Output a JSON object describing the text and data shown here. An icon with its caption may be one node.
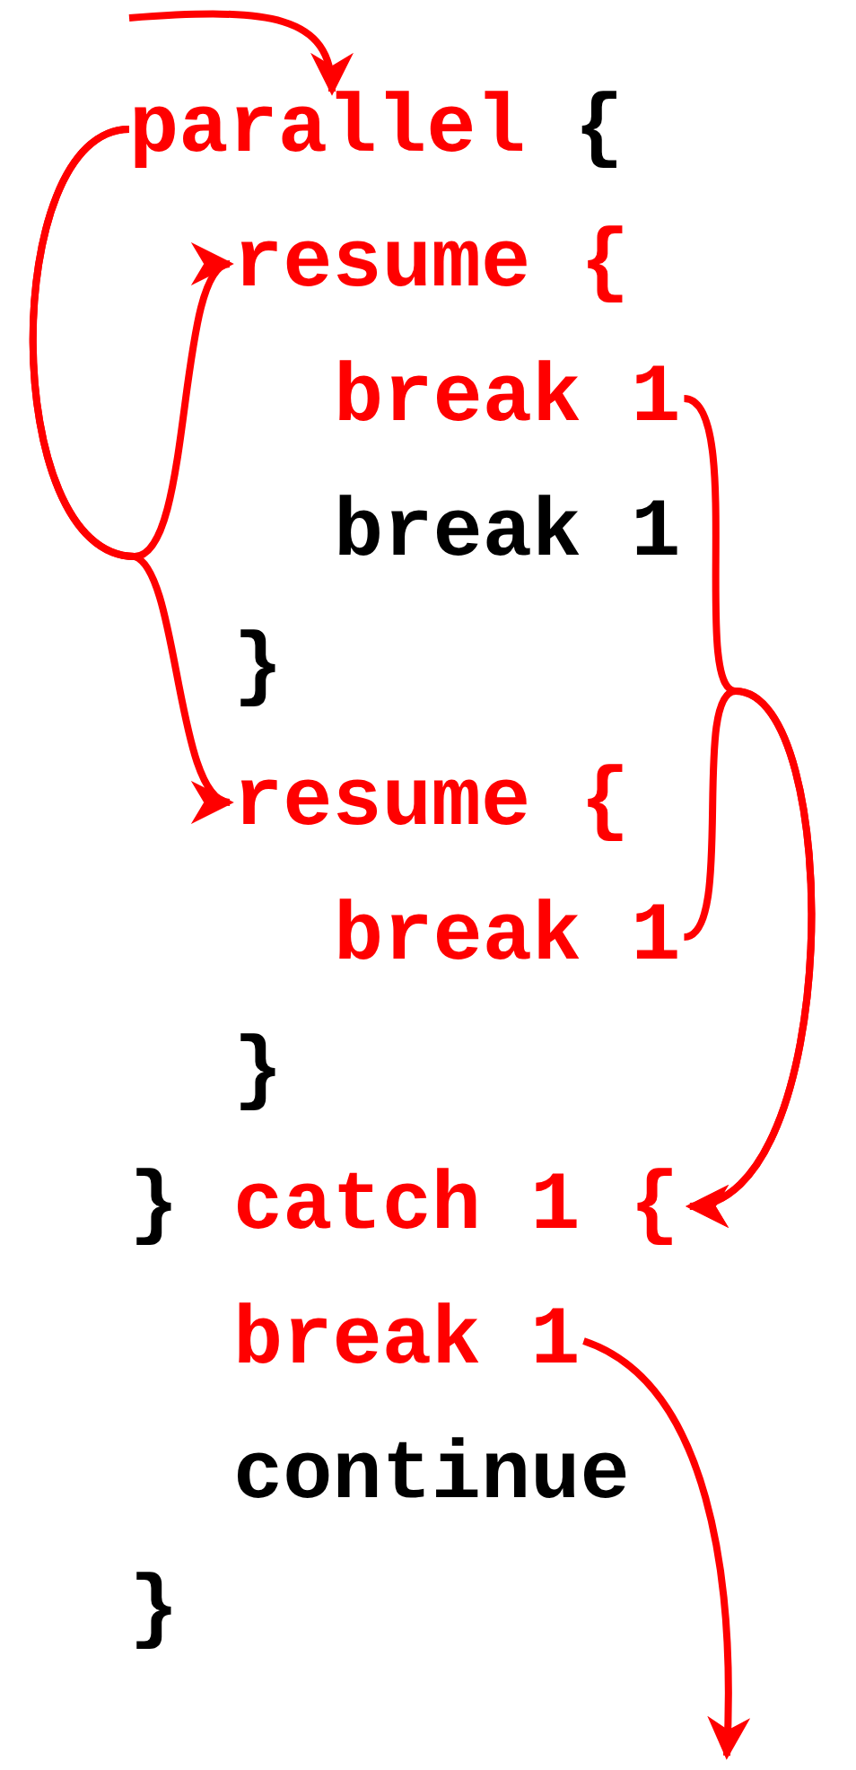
{
  "diagram": {
    "nodes": [
      {
        "text": [
          "parallel"
        ]
      },
      {
        "text": [
          "resume {"
        ]
      },
      {
        "text": [
          "break 1"
        ]
      },
      {
        "text": [
          "resume {"
        ]
      },
      {
        "text": [
          "break 1"
        ]
      },
      {
        "text": [
          "catch 1 {"
        ]
      },
      {
        "text": [
          "break 1"
        ]
      }
    ],
    "edges": [
      {
        "from": null,
        "to": 0,
        "arrow": "to",
        "color": "#ff0000"
      },
      {
        "from": 0,
        "to": 1,
        "arrow": "to",
        "color": "#ff0000"
      },
      {
        "from": 0,
        "to": 3,
        "arrow": "to",
        "color": "#ff0000"
      },
      {
        "from": 2,
        "to": 5,
        "arrow": "to",
        "color": "#ff0000"
      },
      {
        "from": 4,
        "to": 5,
        "arrow": "to",
        "color": "#ff0000"
      },
      {
        "from": 6,
        "to": null,
        "arrow": "to",
        "color": "#ff0000"
      }
    ],
    "labels": [
      "{",
      "break 1",
      "}",
      "}",
      "}",
      "continue",
      "}"
    ]
  }
}
